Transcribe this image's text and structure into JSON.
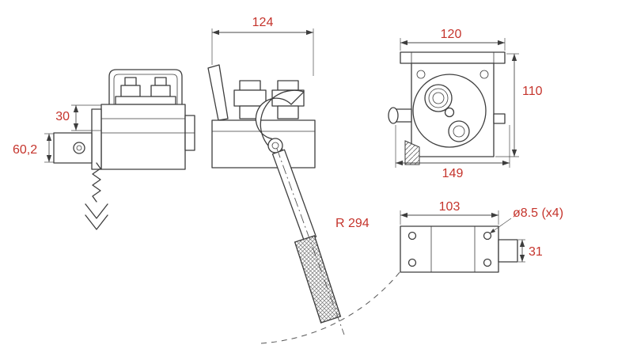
{
  "drawing": {
    "type": "technical-drawing",
    "dims": {
      "width_top": "124",
      "offset_30": "30",
      "height_602": "60,2",
      "width_120": "120",
      "height_110": "110",
      "width_149": "149",
      "width_103": "103",
      "hole_dia": "ø8.5 (x4)",
      "tab_31": "31",
      "radius_294": "R 294"
    },
    "colors": {
      "dimension_text": "#c5342c",
      "line": "#3d3d3d",
      "background": "#ffffff"
    }
  }
}
